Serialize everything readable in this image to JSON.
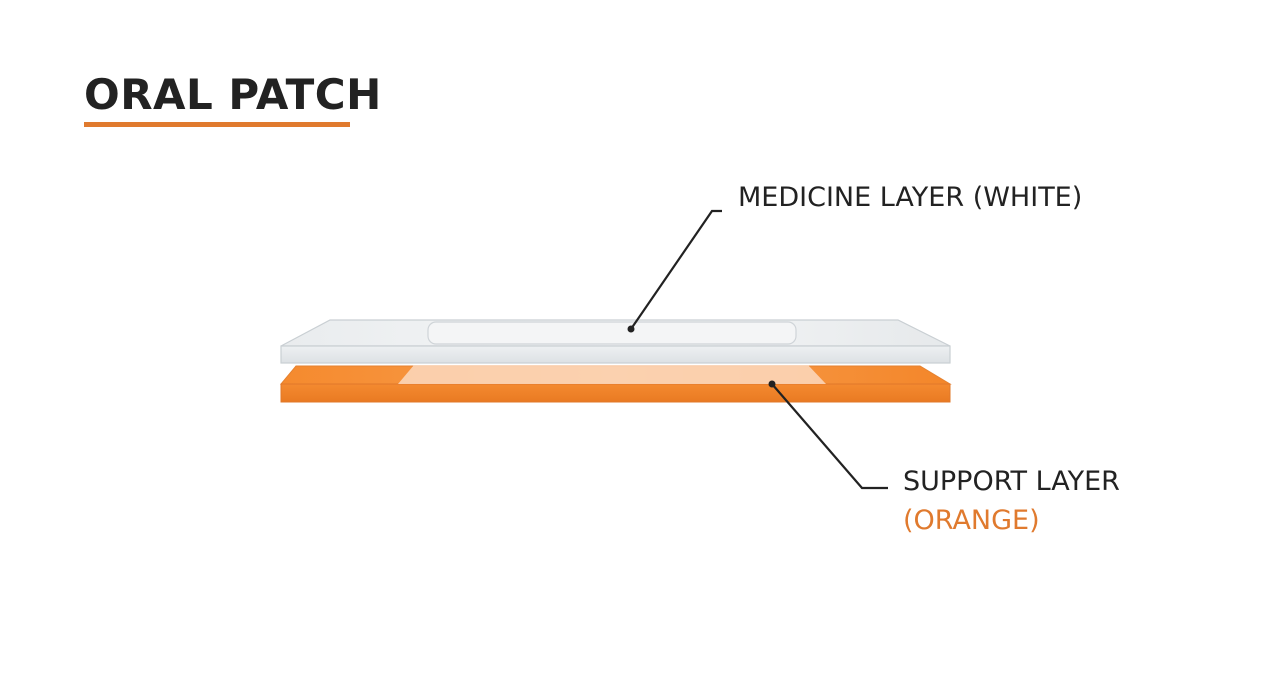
{
  "title": "ORAL PATCH",
  "labels": {
    "medicine": "MEDICINE LAYER (WHITE)",
    "support": "SUPPORT LAYER",
    "support_sub": "(ORANGE)"
  },
  "colors": {
    "accent": "#e07a2e",
    "support_layer": "#f7913a",
    "medicine_layer": "#eceff1",
    "text": "#222222"
  }
}
